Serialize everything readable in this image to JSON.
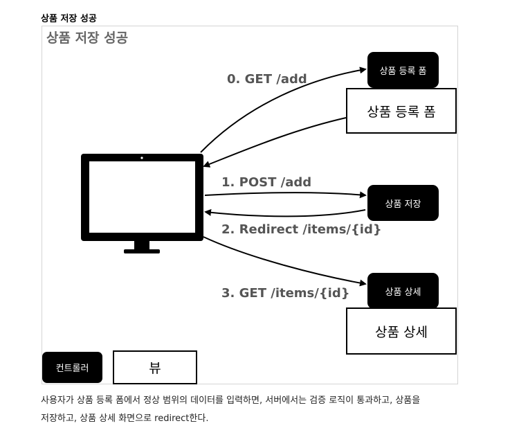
{
  "page_heading": "상품 저장 성공",
  "figure": {
    "title": "상품 저장 성공",
    "arrows": [
      {
        "label": "0. GET /add"
      },
      {
        "label": "1. POST /add"
      },
      {
        "label": "2. Redirect /items/{id}"
      },
      {
        "label": "3. GET /items/{id}"
      }
    ],
    "controllers": {
      "form": "상품 등록 폼",
      "save": "상품 저장",
      "detail": "상품 상세"
    },
    "views": {
      "form": "상품 등록 폼",
      "detail": "상품 상세"
    },
    "legend": {
      "controller": "컨트롤러",
      "view": "뷰"
    }
  },
  "caption": {
    "line1": "사용자가 상품 등록 폼에서 정상 범위의 데이터를 입력하면, 서버에서는 검증 로직이 통과하고, 상품을",
    "line2": "저장하고, 상품 상세 화면으로 redirect한다."
  },
  "colors": {
    "controller_bg": "#000000",
    "view_border": "#000000",
    "arrow_label": "#555555",
    "title_gray": "#666666"
  }
}
